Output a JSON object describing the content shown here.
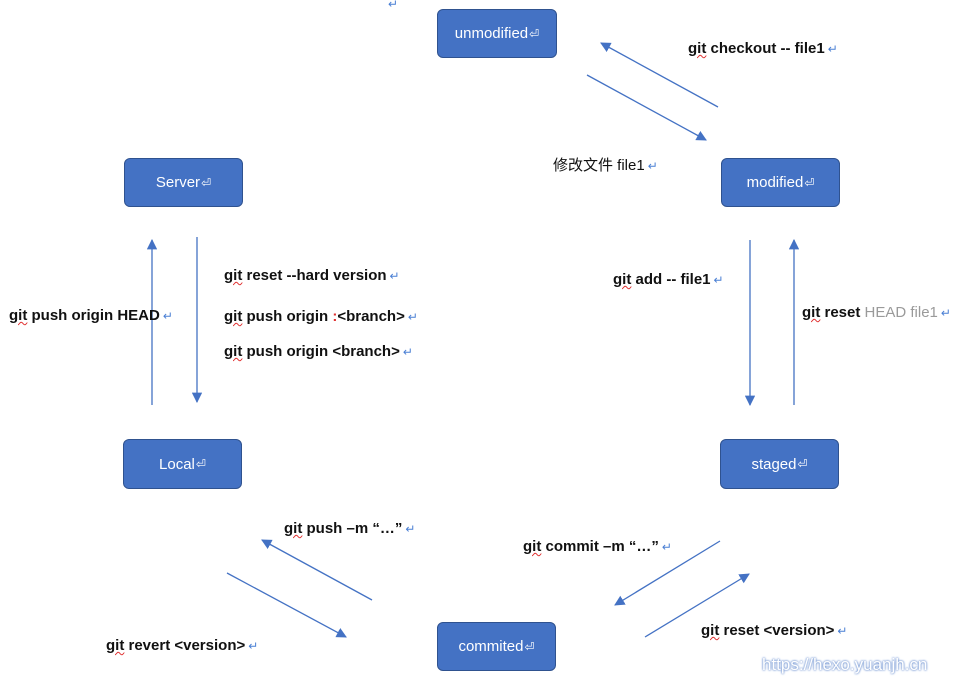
{
  "paragraph_mark": "↵",
  "node_mark": "⏎",
  "nodes": {
    "unmodified": "unmodified",
    "modified": "modified",
    "server": "Server",
    "staged": "staged",
    "local": "Local",
    "commited": "commited"
  },
  "labels": {
    "checkout": "git checkout -- file1",
    "modify": "修改文件 file1",
    "add": "git add -- file1",
    "reset_head_git": "git reset",
    "reset_head_rest": "HEAD file1",
    "commit": "git commit –m “…”",
    "reset_version": "git reset <version>",
    "push_m": "git push –m “…”",
    "revert": "git revert <version>",
    "push_origin_head": "git push origin HEAD",
    "reset_hard": "git reset --hard version",
    "push_delete_a": "git push origin ",
    "push_delete_colon": ":",
    "push_delete_b": "<branch>",
    "push_branch": "git push origin <branch>"
  },
  "watermark": "https://hexo.yuanjh.cn",
  "colors": {
    "node_fill": "#4472c4",
    "arrow": "#4472c4",
    "mark": "#4a7fd4"
  }
}
